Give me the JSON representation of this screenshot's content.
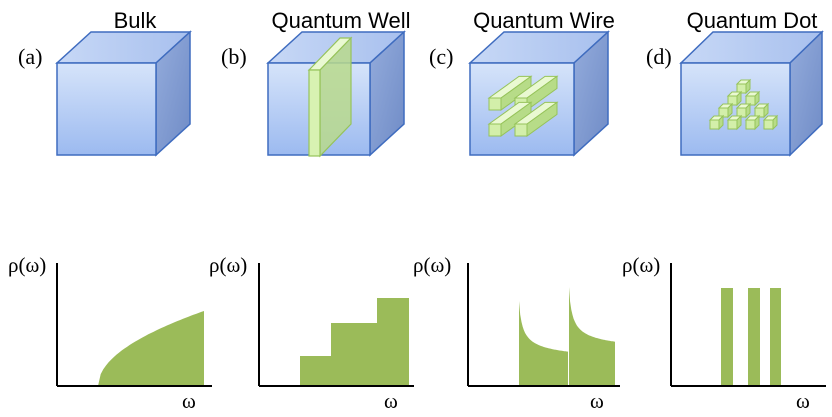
{
  "panels": [
    {
      "letter": "(a)",
      "title": "Bulk",
      "ylabel": "ρ(ω)",
      "xlabel": "ω",
      "dos": "sqrt"
    },
    {
      "letter": "(b)",
      "title": "Quantum Well",
      "ylabel": "ρ(ω)",
      "xlabel": "ω",
      "dos": "steps"
    },
    {
      "letter": "(c)",
      "title": "Quantum Wire",
      "ylabel": "ρ(ω)",
      "xlabel": "ω",
      "dos": "inverse-sqrt-peaks"
    },
    {
      "letter": "(d)",
      "title": "Quantum Dot",
      "ylabel": "ρ(ω)",
      "xlabel": "ω",
      "dos": "delta-lines"
    }
  ],
  "colors": {
    "cube_front_top": "#d6e4fa",
    "cube_front_bottom": "#9cbaf0",
    "cube_side": "#7f9bd4",
    "cube_top": "#b9cdf2",
    "cube_edge": "#3f6cbf",
    "nano_fill": "#c9ec9c",
    "nano_light": "#eaf9d2",
    "nano_edge": "#96c35a",
    "dos_fill": "#9bbb59",
    "axis": "#000000"
  }
}
